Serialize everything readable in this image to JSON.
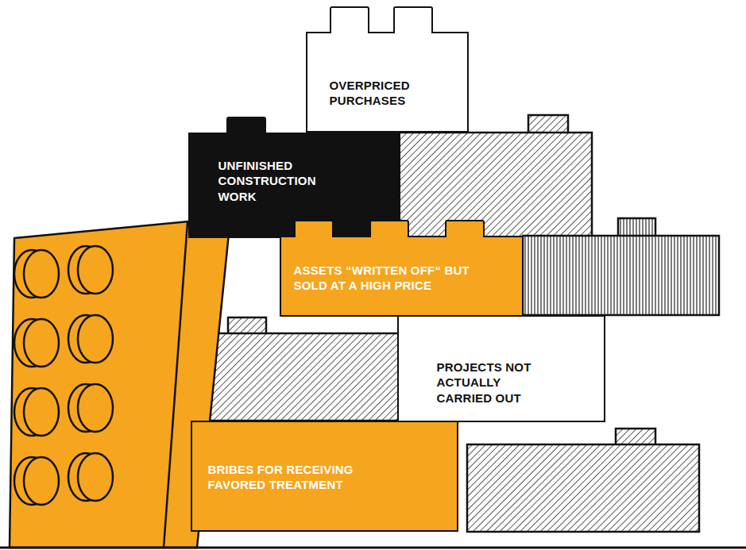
{
  "diagram": {
    "nodes": [
      {
        "text": [
          "OVERPRICED PURCHASES"
        ]
      },
      {
        "text": [
          "UNFINISHED CONSTRUCTION WORK"
        ]
      },
      {
        "text": [
          "ASSETS “WRITTEN OFF“ BUT SOLD AT A HIGH PRICE"
        ]
      },
      {
        "text": [
          "PROJECTS NOT ACTUALLY CARRIED OUT"
        ]
      },
      {
        "text": [
          "BRIBES FOR RECEIVING FAVORED TREATMENT"
        ]
      }
    ]
  }
}
